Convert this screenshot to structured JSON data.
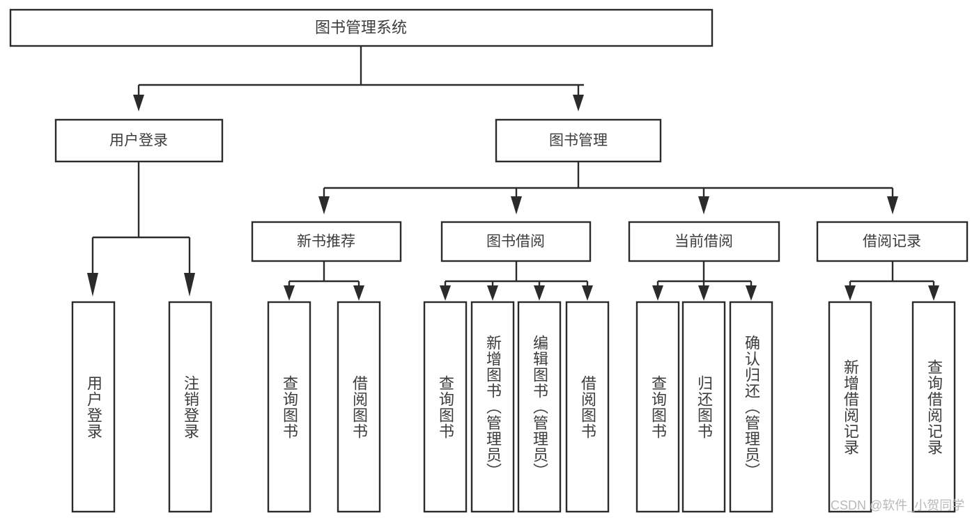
{
  "diagram": {
    "type": "tree",
    "title": "图书管理系统",
    "root": {
      "label": "图书管理系统"
    },
    "level2": [
      {
        "label": "用户登录"
      },
      {
        "label": "图书管理"
      }
    ],
    "level3": [
      {
        "label": "新书推荐"
      },
      {
        "label": "图书借阅"
      },
      {
        "label": "当前借阅"
      },
      {
        "label": "借阅记录"
      }
    ],
    "leaves": {
      "user_login": [
        {
          "label": "用户登录"
        },
        {
          "label": "注销登录"
        }
      ],
      "new_book_recommend": [
        {
          "label": "查询图书"
        },
        {
          "label": "借阅图书"
        }
      ],
      "book_borrow": [
        {
          "label": "查询图书"
        },
        {
          "label": "新增图书（管理员）"
        },
        {
          "label": "编辑图书（管理员）"
        },
        {
          "label": "借阅图书"
        }
      ],
      "current_borrow": [
        {
          "label": "查询图书"
        },
        {
          "label": "归还图书"
        },
        {
          "label": "确认归还（管理员）"
        }
      ],
      "borrow_records": [
        {
          "label": "新增借阅记录"
        },
        {
          "label": "查询借阅记录"
        }
      ]
    }
  },
  "watermark": {
    "text": "CSDN @软件_小贺同学"
  },
  "colors": {
    "stroke": "#2b2b2b",
    "text": "#3c3c3c",
    "background": "#ffffff",
    "watermark": "#b9b9b9"
  }
}
